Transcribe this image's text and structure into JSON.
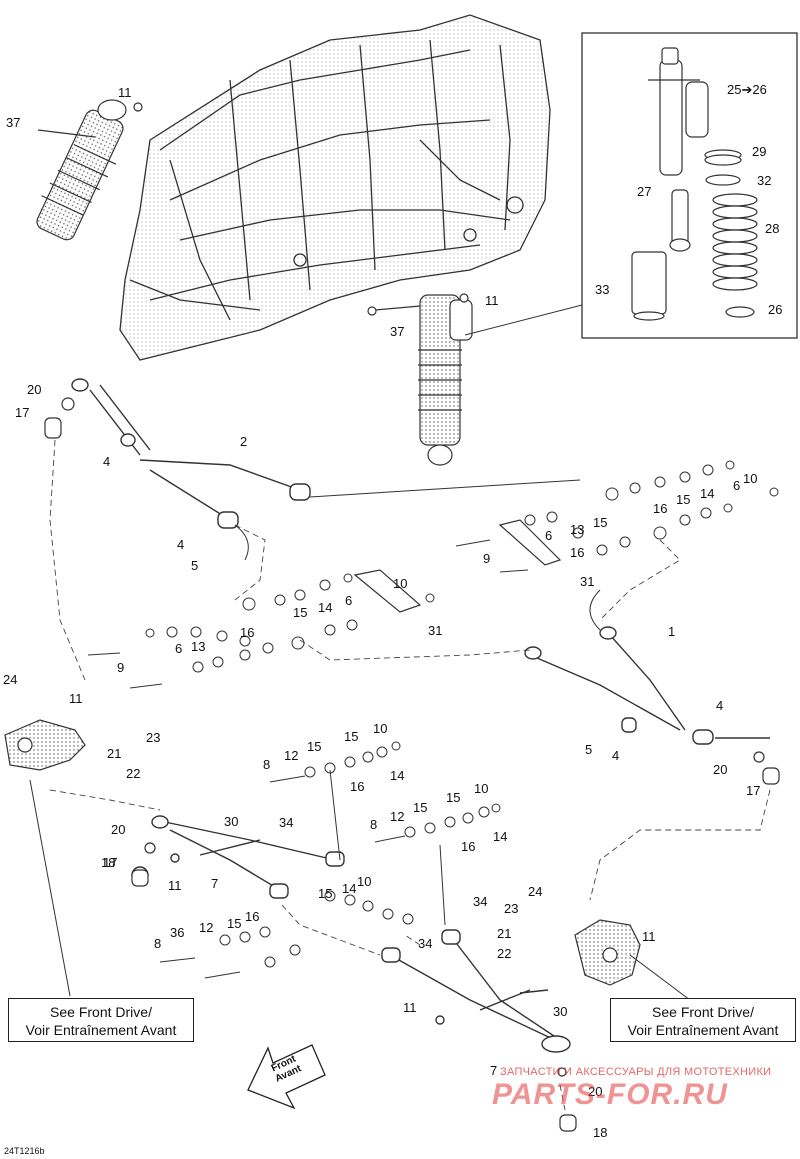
{
  "diagram": {
    "drawing_code": "24T1216b",
    "inset_label": "25➔26",
    "direction_arrow": "Front Avant",
    "notes": [
      {
        "line1": "See Front Drive/",
        "line2": "Voir Entraînement Avant"
      },
      {
        "line1": "See Front Drive/",
        "line2": "Voir Entraînement Avant"
      }
    ],
    "callouts": [
      "1",
      "2",
      "4",
      "5",
      "6",
      "7",
      "8",
      "9",
      "10",
      "11",
      "12",
      "13",
      "14",
      "15",
      "16",
      "17",
      "18",
      "20",
      "21",
      "22",
      "23",
      "24",
      "26",
      "27",
      "28",
      "29",
      "30",
      "31",
      "32",
      "33",
      "34",
      "36",
      "37"
    ]
  },
  "watermark": {
    "tagline": "ЗАПЧАСТИ И АКСЕССУАРЫ ДЛЯ МОТОТЕХНИКИ",
    "brand": "PARTS-FOR.RU"
  }
}
